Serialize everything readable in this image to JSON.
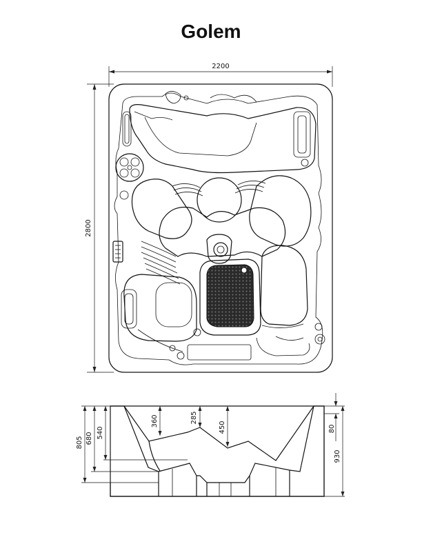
{
  "title": "Golem",
  "plan_view": {
    "width_label": "2200",
    "length_label": "2800"
  },
  "side_view": {
    "left_dims": [
      "805",
      "680",
      "540"
    ],
    "inner_dims": [
      "360",
      "285",
      "450"
    ],
    "right_dims": [
      "80",
      "930"
    ]
  },
  "colors": {
    "line": "#111111",
    "background": "#ffffff"
  }
}
